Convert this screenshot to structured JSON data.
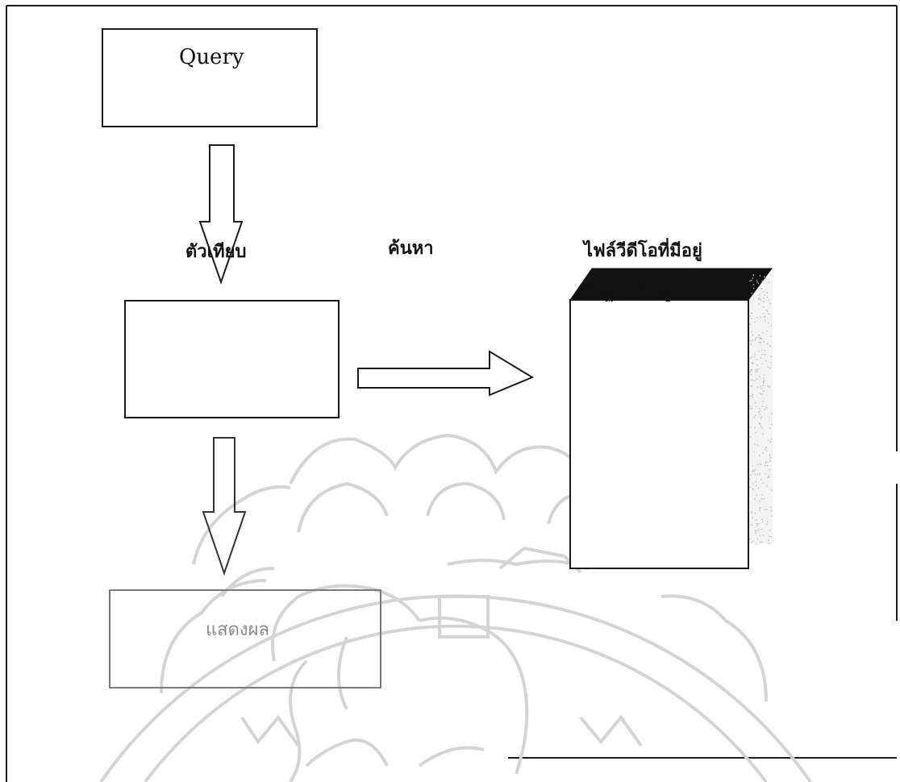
{
  "diagram": {
    "colors": {
      "stroke": "#1a1a1a",
      "watermark": "#d4d4d4",
      "faded_box": "#7a7a7a",
      "book_top": "#111111",
      "book_speckle": "#b8b8b8"
    },
    "nodes": {
      "query": {
        "label": "Query"
      },
      "comparator": {
        "label": "ตัวเทียบ"
      },
      "database": {
        "label_line1": "ไฟล์วีดีโอที่มีอยู่",
        "label_line2": "ในฐานข้อมูล",
        "shape": "book"
      },
      "result": {
        "label": "แสดงผล"
      }
    },
    "edges": [
      {
        "from": "query",
        "to": "comparator",
        "style": "hollow-arrow",
        "label": ""
      },
      {
        "from": "comparator",
        "to": "database",
        "style": "hollow-arrow",
        "label": "ค้นหา"
      },
      {
        "from": "comparator",
        "to": "result",
        "style": "hollow-arrow",
        "label": ""
      }
    ],
    "watermark": {
      "type": "university-seal",
      "motif": "elephant"
    }
  }
}
